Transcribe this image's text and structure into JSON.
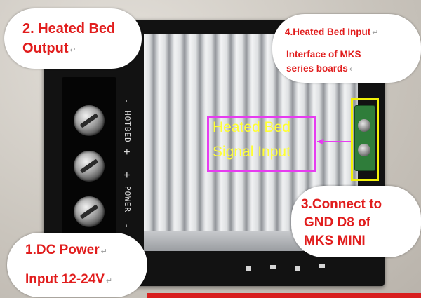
{
  "callouts": {
    "heated_bed_output": {
      "line1": "2. Heated Bed",
      "line2": "Output"
    },
    "heated_bed_input": {
      "title": "4.Heated Bed Input",
      "line1": "Interface of MKS",
      "line2": "series boards"
    },
    "connect_to": {
      "line1": "3.Connect to",
      "line2": "GND D8 of",
      "line3": "MKS  MINI"
    },
    "dc_power": {
      "line1": "1.DC Power",
      "line2": "Input 12-24V"
    }
  },
  "return_mark": "↵",
  "signal_label": {
    "line1": "Heated Bed",
    "line2": "Signal Input"
  },
  "board_silkscreen": {
    "hotbed_minus": "-",
    "hotbed": "HOTBED",
    "hotbed_plus": "+",
    "power_plus": "+",
    "power": "POWER",
    "power_minus": "-"
  },
  "colors": {
    "callout_text": "#e11d1d",
    "signal_box": "#e63cf0",
    "signal_text": "#ffff33",
    "input_box": "#f2f20a"
  }
}
